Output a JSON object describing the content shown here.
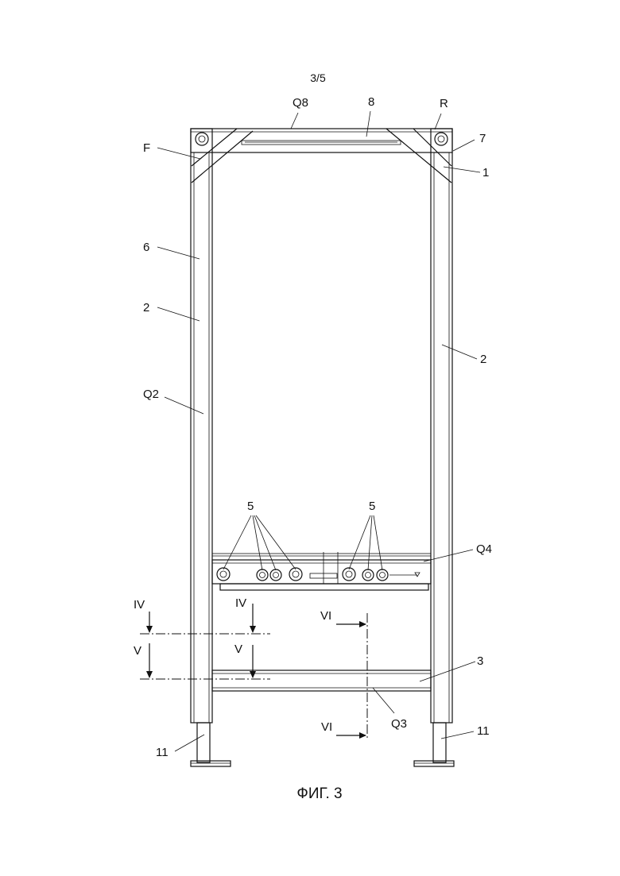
{
  "page_number": "3/5",
  "caption": "ФИГ. 3",
  "labels": {
    "q8": "Q8",
    "n8": "8",
    "r": "R",
    "f": "F",
    "n7": "7",
    "n1": "1",
    "n6": "6",
    "n2_left": "2",
    "n2_right": "2",
    "q2": "Q2",
    "n5_left": "5",
    "n5_right": "5",
    "q4": "Q4",
    "iv_left": "IV",
    "iv_right": "IV",
    "vi_top": "VI",
    "v_left": "V",
    "v_right": "V",
    "n3": "3",
    "q3": "Q3",
    "vi_bottom": "VI",
    "n11_left": "11",
    "n11_right": "11"
  }
}
